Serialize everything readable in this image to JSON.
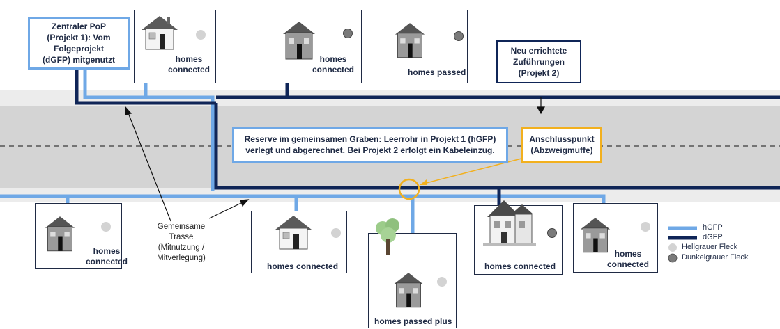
{
  "colors": {
    "hgfp": "#6fa8e6",
    "dgfp": "#0f2557",
    "light_dot": "#d3d3d3",
    "dark_dot": "#7a7a7a",
    "anschluss": "#f2b01e",
    "road": "#d4d4d4",
    "sidewalk": "#ececec"
  },
  "callouts": {
    "pop": "Zentraler PoP\n(Projekt 1): Vom\nFolgeprojekt\n(dGFP) mitgenutzt",
    "neu": "Neu errichtete\nZuführungen\n(Projekt 2)",
    "reserve": "Reserve im gemeinsamen Graben: Leerrohr in Projekt 1 (hGFP)\nverlegt und abgerechnet. Bei Projekt 2 erfolgt ein Kabeleinzug.",
    "anschluss": "Anschlusspunkt\n(Abzweigmuffe)",
    "trasse": "Gemeinsame\nTrasse\n(Mitnutzung /\nMitverlegung)"
  },
  "homes": [
    {
      "label": "homes\nconnected",
      "dot": "light"
    },
    {
      "label": "homes\nconnected",
      "dot": "dark"
    },
    {
      "label": "homes passed",
      "dot": "dark"
    },
    {
      "label": "homes\nconnected",
      "dot": "light"
    },
    {
      "label": "homes connected",
      "dot": "light"
    },
    {
      "label": "homes passed plus",
      "dot": "light"
    },
    {
      "label": "homes connected",
      "dot": "dark"
    },
    {
      "label": "homes\nconnected",
      "dot": "light"
    }
  ],
  "legend": [
    {
      "label": "hGFP",
      "kind": "line",
      "color": "#6fa8e6"
    },
    {
      "label": "dGFP",
      "kind": "line",
      "color": "#0f2557"
    },
    {
      "label": "Hellgrauer Fleck",
      "kind": "dot",
      "color": "#d3d3d3"
    },
    {
      "label": "Dunkelgrauer Fleck",
      "kind": "dot",
      "color": "#7a7a7a"
    }
  ]
}
